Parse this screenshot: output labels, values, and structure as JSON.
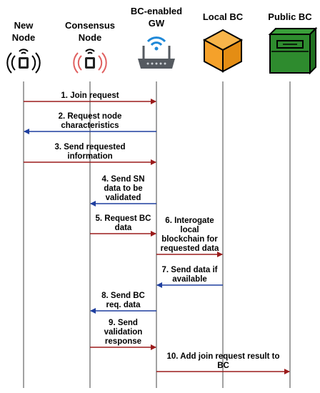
{
  "participants": [
    {
      "id": "new-node",
      "label_lines": [
        "New",
        "Node"
      ],
      "icon": "iot-device-icon"
    },
    {
      "id": "consensus-node",
      "label_lines": [
        "Consensus",
        "Node"
      ],
      "icon": "iot-device-icon"
    },
    {
      "id": "gateway",
      "label_lines": [
        "BC-enabled",
        "GW"
      ],
      "icon": "wifi-router-icon"
    },
    {
      "id": "local-bc",
      "label_lines": [
        "Local BC"
      ],
      "icon": "cube-icon"
    },
    {
      "id": "public-bc",
      "label_lines": [
        "Public BC"
      ],
      "icon": "server-icon"
    }
  ],
  "colors": {
    "request_arrow": "#9b1b1b",
    "response_arrow": "#1f3f9f",
    "local_bc_cube": "#f5a12a",
    "public_bc_box": "#2e8b2e",
    "iot_waves": "#e06060",
    "wifi": "#1e88d8",
    "router": "#555a60",
    "lifeline": "#444444"
  },
  "messages": [
    {
      "from": "new-node",
      "to": "gateway",
      "color": "request",
      "lines": [
        "1. Join request"
      ]
    },
    {
      "from": "gateway",
      "to": "new-node",
      "color": "response",
      "lines": [
        "2. Request node",
        "characteristics"
      ]
    },
    {
      "from": "new-node",
      "to": "gateway",
      "color": "request",
      "lines": [
        "3. Send requested",
        "information"
      ]
    },
    {
      "from": "gateway",
      "to": "consensus-node",
      "color": "response",
      "lines": [
        "4. Send SN",
        "data to be",
        "validated"
      ]
    },
    {
      "from": "consensus-node",
      "to": "gateway",
      "color": "request",
      "lines": [
        "5. Request BC",
        "data"
      ]
    },
    {
      "from": "gateway",
      "to": "local-bc",
      "color": "request",
      "lines": [
        "6. Interogate",
        "local",
        "blockchain for",
        "requested data"
      ]
    },
    {
      "from": "local-bc",
      "to": "gateway",
      "color": "response",
      "lines": [
        "7. Send data if",
        "available"
      ]
    },
    {
      "from": "gateway",
      "to": "consensus-node",
      "color": "response",
      "lines": [
        "8. Send BC",
        "req. data"
      ]
    },
    {
      "from": "consensus-node",
      "to": "gateway",
      "color": "request",
      "lines": [
        "9. Send",
        "validation",
        "response"
      ]
    },
    {
      "from": "gateway",
      "to": "public-bc",
      "color": "request",
      "lines": [
        "10. Add join request result to",
        "BC"
      ]
    }
  ]
}
